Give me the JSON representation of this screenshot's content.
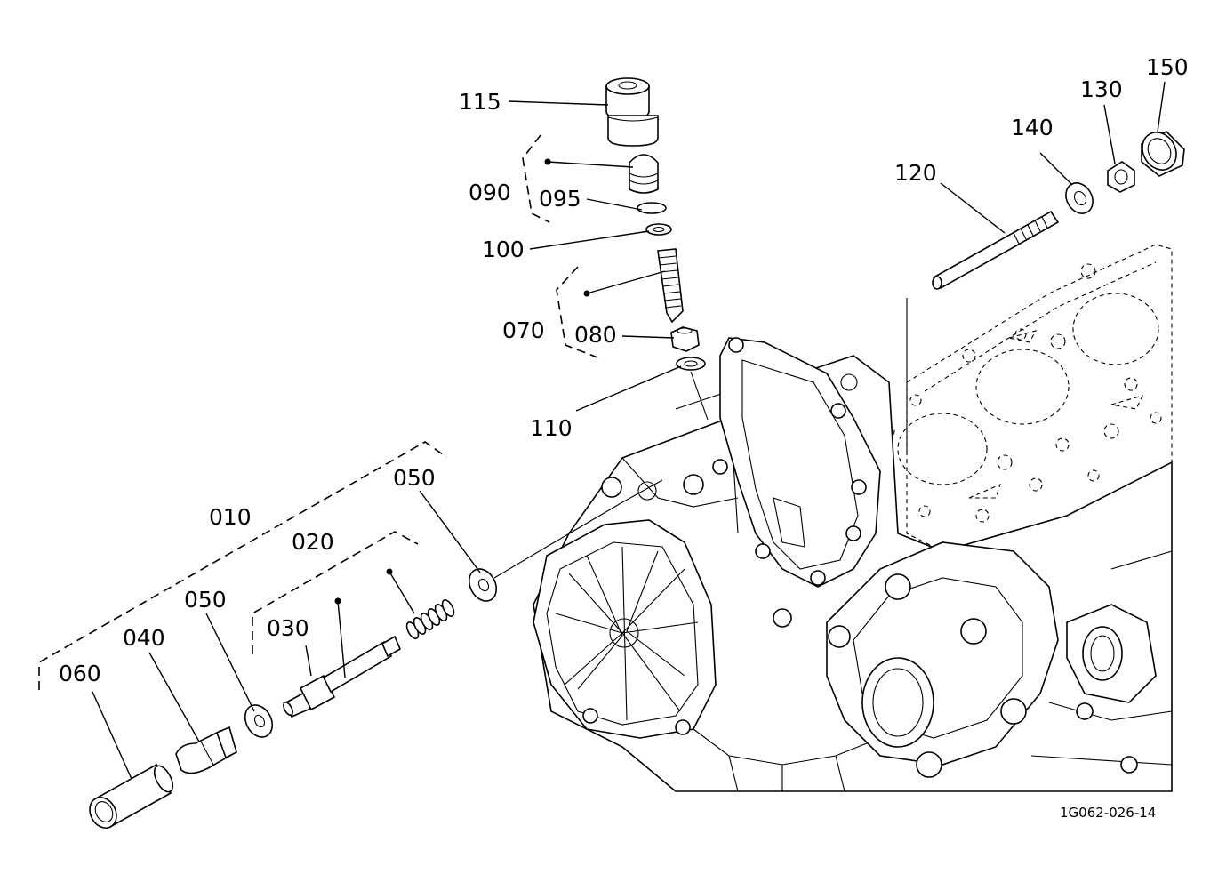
{
  "figure_code": "1G062-026-14",
  "callouts": {
    "c010": "010",
    "c020": "020",
    "c030": "030",
    "c040": "040",
    "c050a": "050",
    "c050b": "050",
    "c060": "060",
    "c070": "070",
    "c080": "080",
    "c090": "090",
    "c095": "095",
    "c100": "100",
    "c110": "110",
    "c115": "115",
    "c120": "120",
    "c130": "130",
    "c140": "140",
    "c150": "150"
  }
}
